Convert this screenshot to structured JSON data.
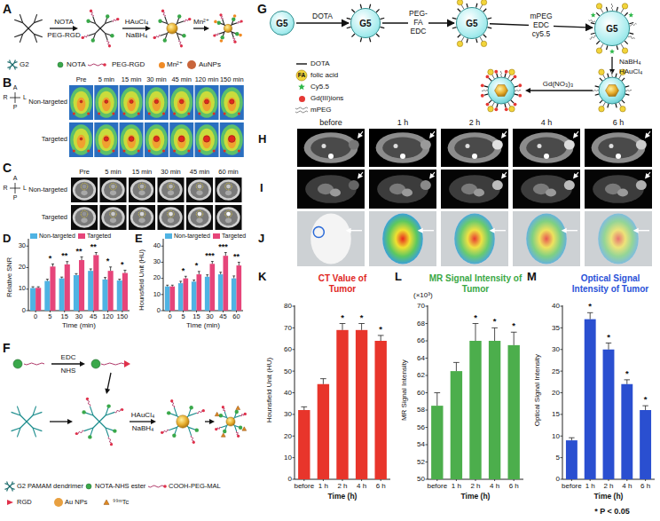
{
  "diagram": {
    "nodes": [
      {
        "text": [
          "G5"
        ]
      },
      {
        "text": [
          "G5"
        ]
      },
      {
        "text": [
          "G5"
        ]
      },
      {
        "text": [
          "G5"
        ]
      }
    ],
    "edges": [
      {
        "from": 0,
        "to": 1,
        "label": "DOTA",
        "arrow": "to"
      },
      {
        "from": 1,
        "to": 2,
        "label": "PEG-FA EDC",
        "arrow": "to"
      },
      {
        "from": 2,
        "to": 3,
        "label": "mPEG EDC cy5.5",
        "arrow": "to"
      }
    ],
    "labels": [
      "A",
      "NOTA",
      "PEG-RGD",
      "HAuCl₄",
      "NaBH₄",
      "Mn²⁺",
      "B",
      "A",
      "R",
      "L",
      "P",
      "Pre",
      "5 min",
      "15 min",
      "30 min",
      "45 min",
      "120 min",
      "150 min",
      "Non-targeted",
      "Targeted",
      "C",
      "A",
      "R",
      "L",
      "P",
      "Pre",
      "5 min",
      "15 min",
      "30 min",
      "45 min",
      "60 min",
      "Non-targeted",
      "Targeted",
      "D",
      "Relative SNR",
      "0",
      "10",
      "20",
      "30",
      "0",
      "5",
      "15",
      "30",
      "45",
      "120",
      "150",
      "Time (min)",
      "*",
      "**",
      "**",
      "**",
      "*",
      "*",
      "E",
      "Hounsfield Unit (HU)",
      "0",
      "10",
      "20",
      "30",
      "40",
      "0",
      "5",
      "15",
      "30",
      "45",
      "60",
      "Time (min)",
      "*",
      "*",
      "***",
      "***",
      "**",
      "F",
      "EDC",
      "NHS",
      "HAuCl₄",
      "NaBH₄",
      "G",
      "NaBH₄",
      "HAuCl₄",
      "Gd(NO₃)₃",
      "FA",
      "H",
      "before",
      "1 h",
      "2 h",
      "4 h",
      "6 h",
      "I",
      "J",
      "K",
      "CT Value of Tumor",
      "Hounsfield Unit (HU)",
      "0",
      "10",
      "20",
      "30",
      "40",
      "50",
      "60",
      "70",
      "80",
      "before",
      "1 h",
      "2 h",
      "4 h",
      "6 h",
      "Time (h)",
      "*",
      "*",
      "*",
      "L",
      "MR Signal Intensity of Tumor",
      "MR Signal Intensity",
      "(×10³)",
      "50",
      "52",
      "54",
      "56",
      "58",
      "60",
      "62",
      "64",
      "66",
      "68",
      "70",
      "before",
      "1 h",
      "2 h",
      "4 h",
      "6 h",
      "Time (h)",
      "*",
      "*",
      "*",
      "M",
      "Optical Signal Intensity of Tumor",
      "Optical Signal Intensity",
      "0",
      "5",
      "10",
      "15",
      "20",
      "25",
      "30",
      "35",
      "40",
      "before",
      "1 h",
      "2 h",
      "4 h",
      "6 h",
      "Time (h)",
      "*",
      "*",
      "*",
      "*",
      "* P < 0.05"
    ],
    "legend": [
      {
        "text": "G2"
      },
      {
        "text": "NOTA"
      },
      {
        "text": "PEG-RGD"
      },
      {
        "text": "Mn²⁺",
        "color": "#f08a24"
      },
      {
        "text": "AuNPs",
        "color": "#c8643a"
      },
      {
        "text": "Non-targeted",
        "color": "#4fb3e3"
      },
      {
        "text": "Targeted",
        "color": "#e6457a"
      },
      {
        "text": "Non-targeted",
        "color": "#4fb3e3"
      },
      {
        "text": "Targeted",
        "color": "#e6457a"
      },
      {
        "text": "G2 PAMAM dendrimer"
      },
      {
        "text": "NOTA-NHS ester"
      },
      {
        "text": "COOH-PEG-MAL"
      },
      {
        "text": "RGD"
      },
      {
        "text": "Au NPs",
        "color": "#e8a040"
      },
      {
        "text": "⁹⁹ᵐTc"
      },
      {
        "text": "DOTA"
      },
      {
        "text": "folic acid"
      },
      {
        "text": "Cy5.5"
      },
      {
        "text": "Gd(III)ions",
        "color": "#e53935"
      },
      {
        "text": "mPEG"
      }
    ]
  }
}
